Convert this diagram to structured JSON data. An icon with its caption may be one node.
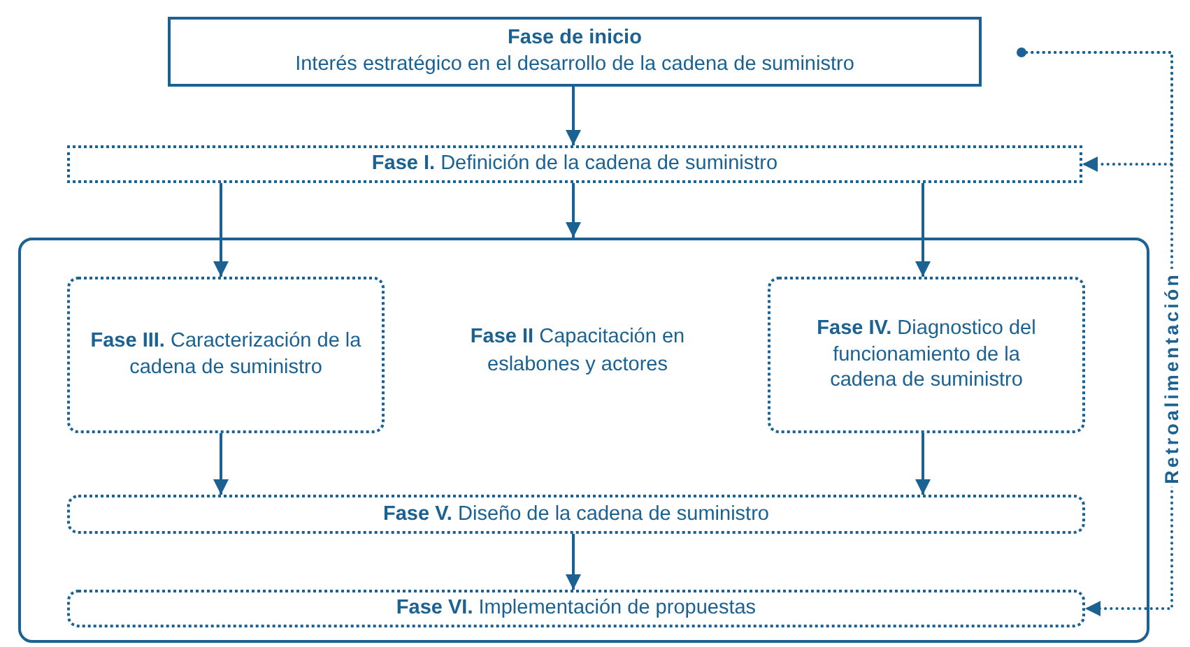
{
  "diagram": {
    "nodes": [
      {
        "text": [
          "Fase de inicio",
          "Interés estratégico en el desarrollo de la cadena de suministro"
        ]
      },
      {
        "text": [
          "**Fase I.** Definición de la cadena de suministro"
        ]
      },
      {
        "text": [],
        "shape": "box"
      },
      {
        "text": [
          "**Fase III.** Caracterización de la cadena de suministro"
        ],
        "in": 2
      },
      {
        "text": [
          "**Fase IV.** Diagnostico del funcionamiento de la cadena de suministro"
        ],
        "in": 2
      },
      {
        "text": [
          "**Fase V.** Diseño de la cadena de suministro"
        ],
        "in": 2
      },
      {
        "text": [
          "**Fase VI.** Implementación de propuestas"
        ],
        "in": 2
      },
      {
        "text": [],
        "shape": "circle"
      }
    ],
    "edges": [
      {
        "from": 0,
        "to": 1,
        "arrow": "to"
      },
      {
        "from": 1,
        "to": 3,
        "arrow": "to"
      },
      {
        "from": 1,
        "to": 2,
        "arrow": "to"
      },
      {
        "from": 1,
        "to": 4,
        "arrow": "to"
      },
      {
        "from": 3,
        "to": 5,
        "arrow": "to"
      },
      {
        "from": 4,
        "to": 5,
        "arrow": "to"
      },
      {
        "from": 5,
        "to": 6,
        "arrow": "to"
      },
      {
        "from": 7,
        "to": 1,
        "arrow": "to",
        "style": "dashed"
      },
      {
        "from": 7,
        "to": 6,
        "arrow": "to",
        "style": "dashed",
        "label": "Retroalimentación"
      }
    ],
    "labels": [
      "**Fase II** Capacitación en eslabones y actores"
    ]
  }
}
